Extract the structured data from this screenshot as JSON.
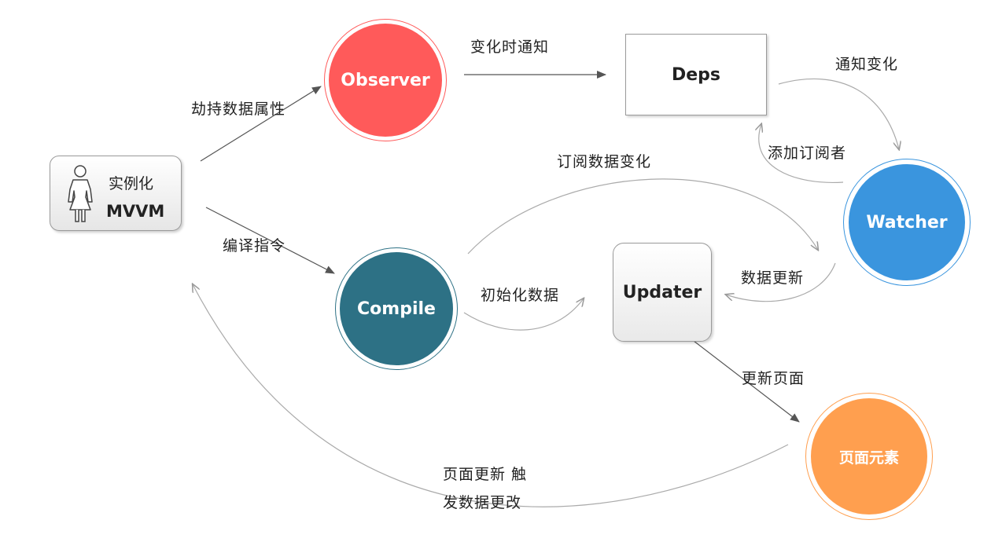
{
  "nodes": {
    "mvvm": {
      "line1": "实例化",
      "line2": "MVVM"
    },
    "observer": "Observer",
    "deps": "Deps",
    "watcher": "Watcher",
    "compile": "Compile",
    "updater": "Updater",
    "page_element": "页面元素"
  },
  "edges": {
    "hijack": "劫持数据属性",
    "notify_change": "变化时通知",
    "notify": "通知变化",
    "add_subscriber": "添加订阅者",
    "subscribe": "订阅数据变化",
    "compile_directive": "编译指令",
    "init_data": "初始化数据",
    "data_update": "数据更新",
    "update_page": "更新页面",
    "feedback_line1": "页面更新 触",
    "feedback_line2": "发数据更改"
  },
  "colors": {
    "observer": "#ff5a5a",
    "watcher": "#3a95de",
    "compile": "#2d7185",
    "page_element": "#ff9f4f",
    "arrow": "#555555",
    "curve": "#a9a9a9"
  }
}
